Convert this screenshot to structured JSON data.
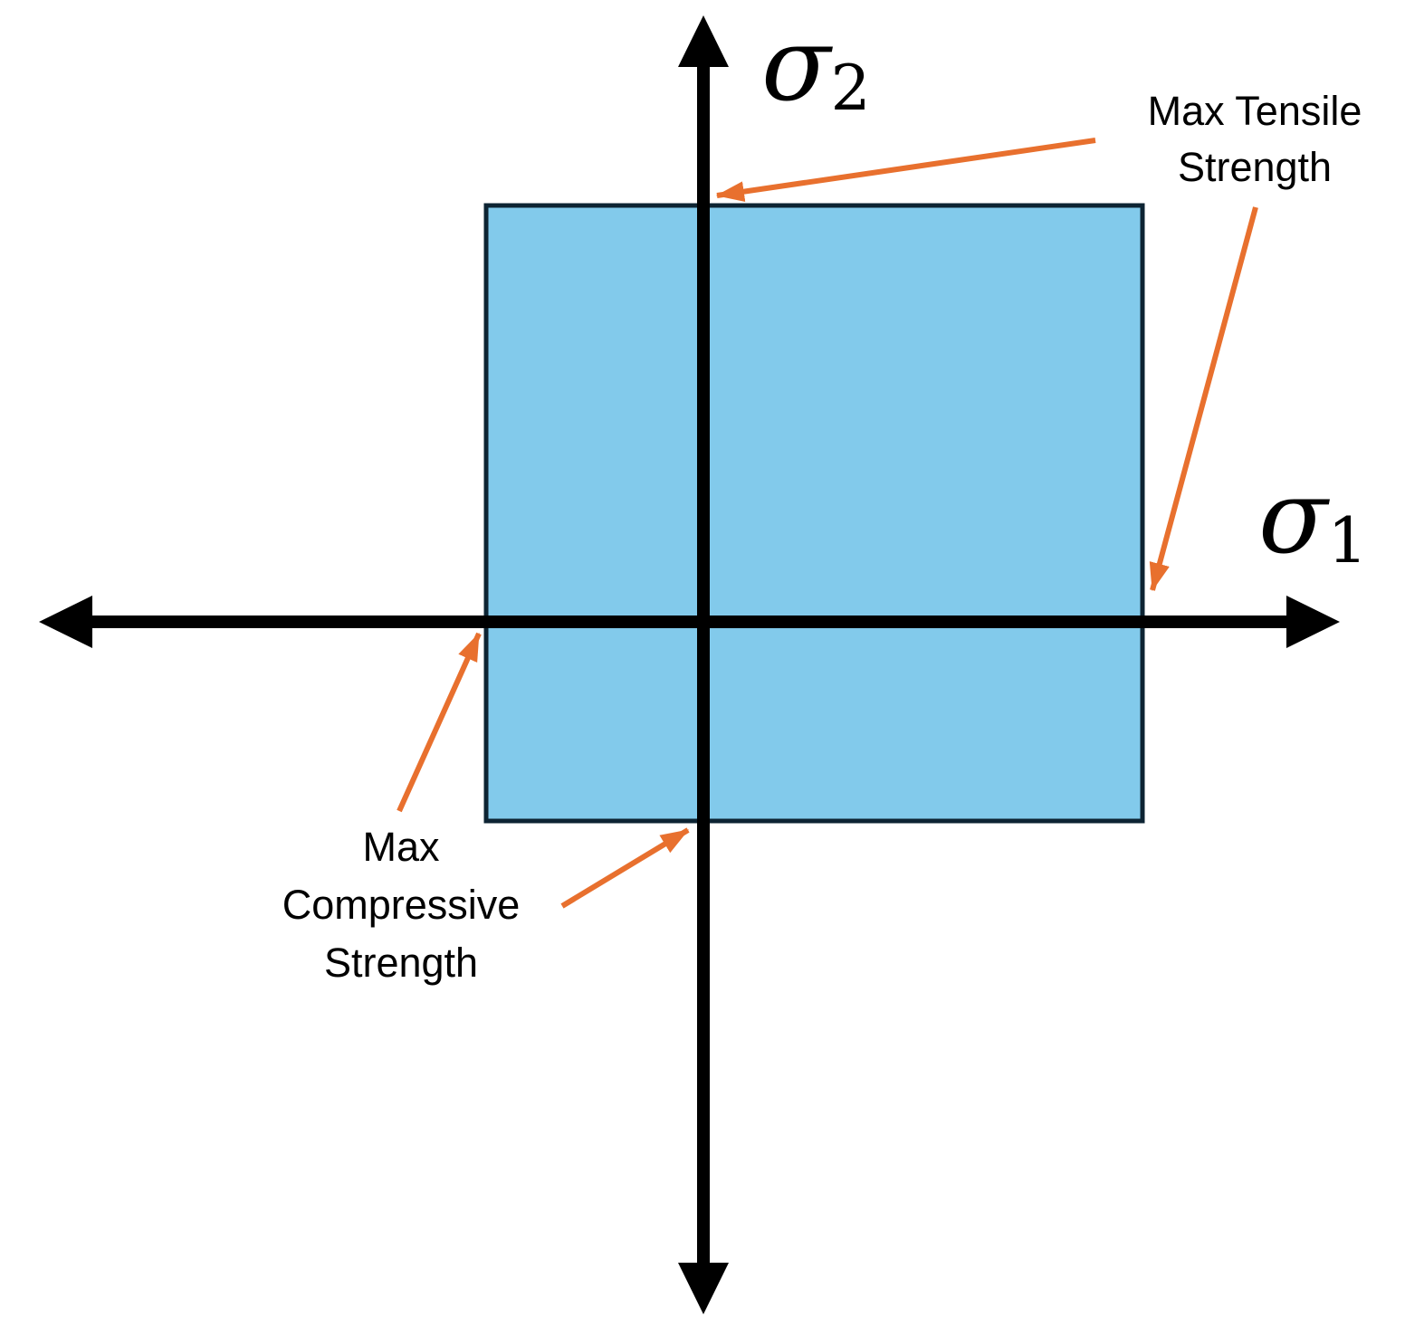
{
  "axis_labels": {
    "x": {
      "symbol": "σ",
      "subscript": "1"
    },
    "y": {
      "symbol": "σ",
      "subscript": "2"
    }
  },
  "annotations": {
    "max_tensile": {
      "lines": [
        "Max Tensile",
        "Strength"
      ]
    },
    "max_compressive": {
      "lines": [
        "Max",
        "Compressive",
        "Strength"
      ]
    }
  },
  "colors": {
    "background": "#FFFFFF",
    "axis": "#000000",
    "region_fill": "#82CAEB",
    "region_border": "#0D2433",
    "annotation_arrow": "#E8702E",
    "annotation_text": "#000000"
  }
}
